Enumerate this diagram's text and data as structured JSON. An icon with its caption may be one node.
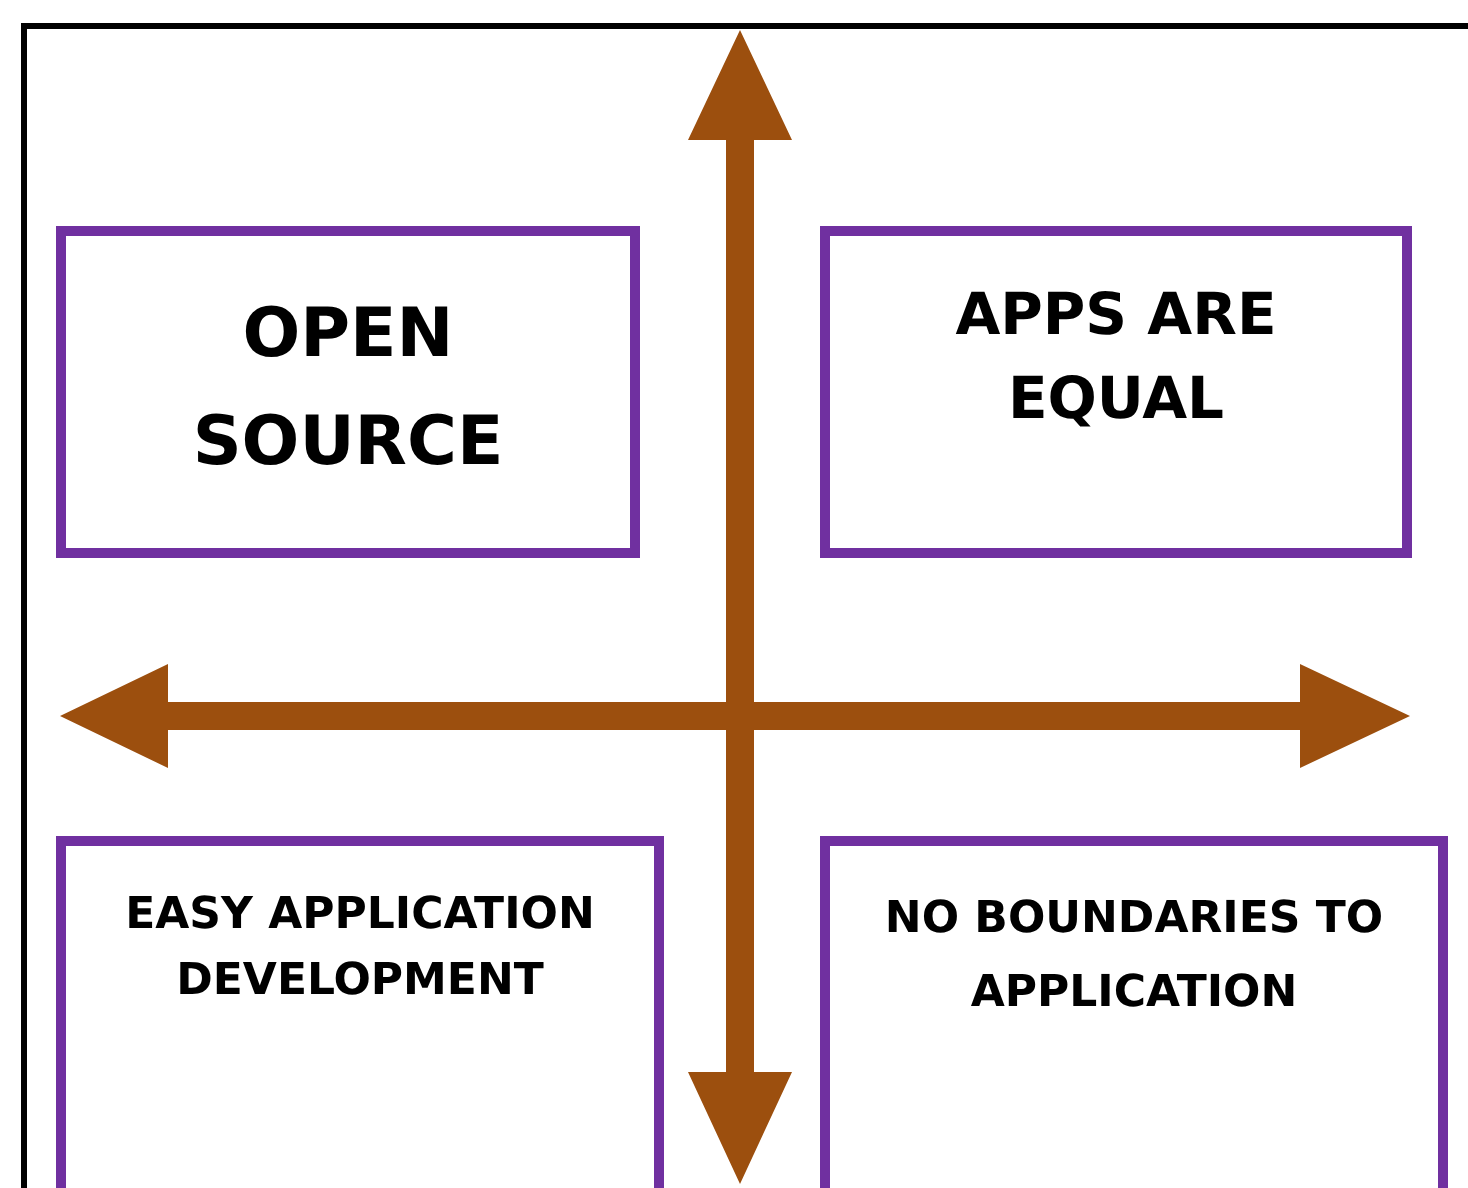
{
  "diagram": {
    "nodes": [
      {
        "text": [
          "OPEN SOURCE"
        ]
      },
      {
        "text": [
          "APPS ARE EQUAL"
        ]
      },
      {
        "text": [
          "EASY APPLICATION DEVELOPMENT"
        ]
      },
      {
        "text": [
          "NO BOUNDARIES TO APPLICATION"
        ]
      }
    ]
  }
}
